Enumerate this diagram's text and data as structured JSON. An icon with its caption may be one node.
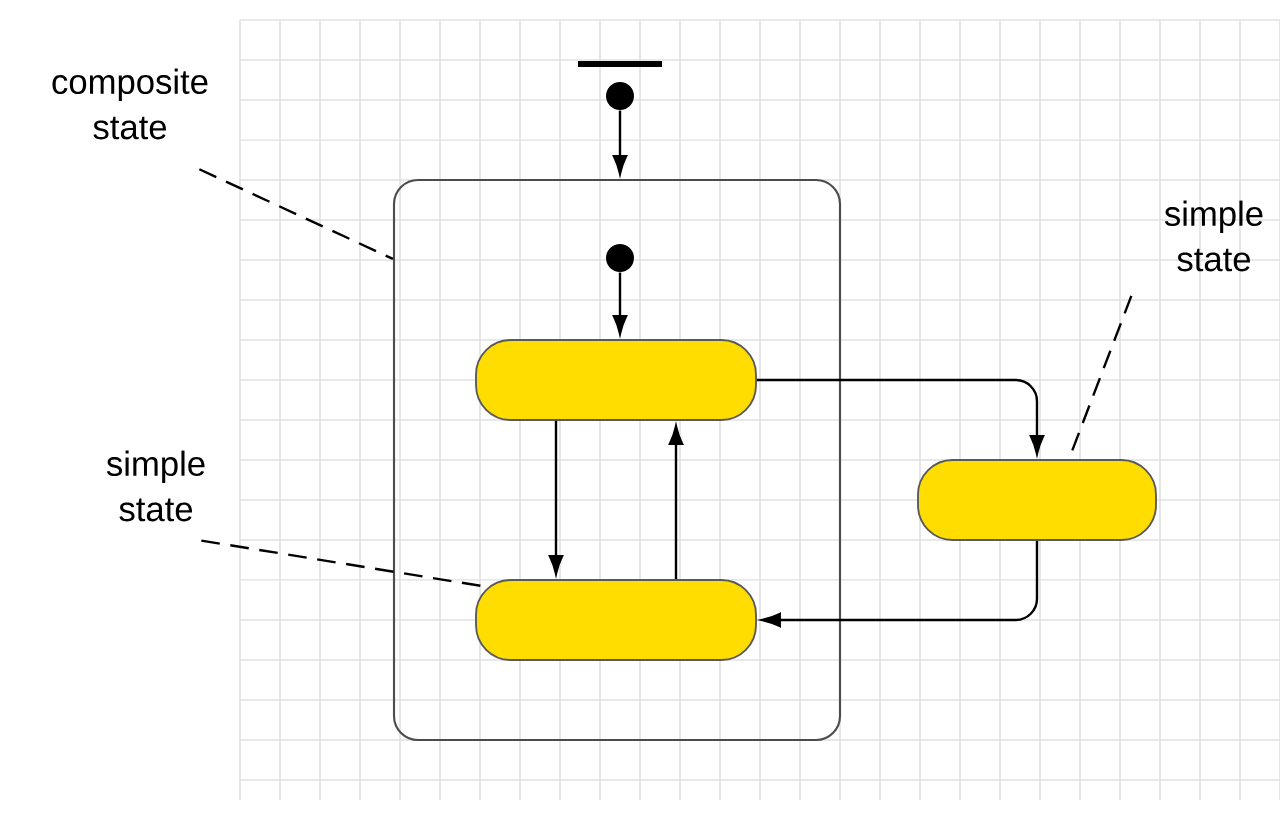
{
  "diagram": {
    "nodes": [
      {
        "text": [
          "composite state"
        ]
      },
      {
        "text": [],
        "shape": "box"
      },
      {
        "text": [],
        "shape": "circle"
      },
      {
        "text": [],
        "shape": "circle",
        "in": 1
      },
      {
        "text": [],
        "shape": "box",
        "in": 1
      },
      {
        "text": [],
        "shape": "box",
        "in": 1
      },
      {
        "text": [],
        "shape": "box"
      },
      {
        "text": [
          "simple state"
        ]
      },
      {
        "text": [
          "simple state"
        ]
      }
    ],
    "edges": [
      {
        "from": 2,
        "to": 1,
        "arrow": "to"
      },
      {
        "from": 3,
        "to": 4,
        "arrow": "to"
      },
      {
        "from": 4,
        "to": 5,
        "arrow": "to"
      },
      {
        "from": 5,
        "to": 4,
        "arrow": "to"
      },
      {
        "from": 4,
        "to": 6,
        "arrow": "to"
      },
      {
        "from": 6,
        "to": 5,
        "arrow": "to"
      },
      {
        "from": 0,
        "to": 1,
        "arrow": "none",
        "style": "dashed"
      },
      {
        "from": 7,
        "to": 5,
        "arrow": "none",
        "style": "dashed"
      },
      {
        "from": 8,
        "to": 6,
        "arrow": "none",
        "style": "dashed"
      }
    ]
  }
}
